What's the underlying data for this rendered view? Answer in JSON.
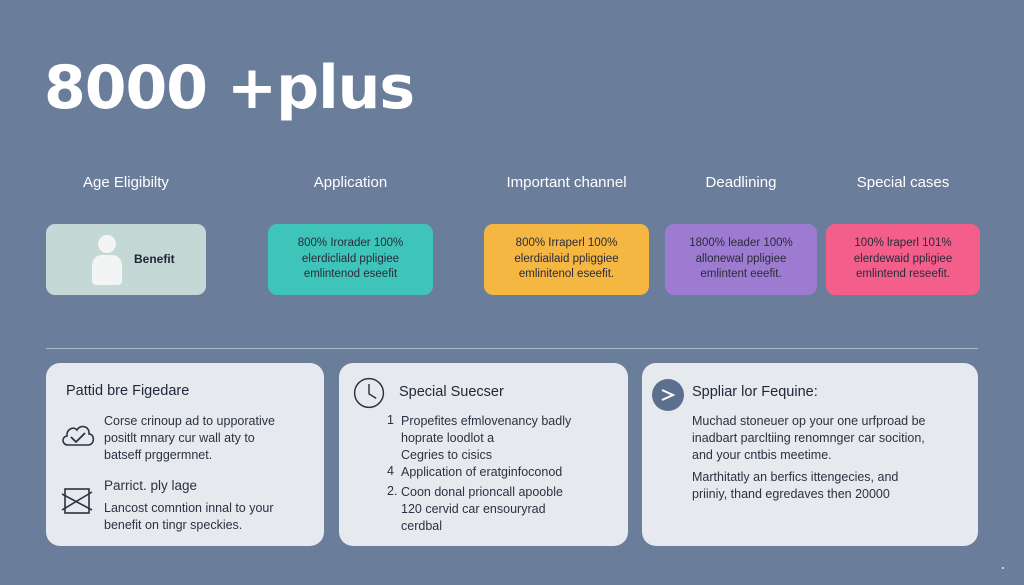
{
  "title": "8000 +plus",
  "columns": [
    {
      "heading": "Age Eligibilty"
    },
    {
      "heading": "Application"
    },
    {
      "heading": "Important channel"
    },
    {
      "heading": "Deadlining"
    },
    {
      "heading": "Special cases"
    }
  ],
  "chips": [
    {
      "label": "Benefit",
      "color": "#c4d8d6"
    },
    {
      "lines": [
        "800% Irorader 100%",
        "elerdicliald ppligiee",
        "emlintenod eseefit"
      ],
      "color": "#3ec4b8"
    },
    {
      "lines": [
        "800% Irraperl 100%",
        "elerdiailaid ppliggiee",
        "emlinitenol eseefit."
      ],
      "color": "#f5b642"
    },
    {
      "lines": [
        "1800% leader 100%",
        "allonewal ppligiee",
        "emlintent eeefit."
      ],
      "color": "#9c7bd0"
    },
    {
      "lines": [
        "100% lraperl 101%",
        "elerdewaid ppligiee",
        "emlintend reseefit."
      ],
      "color": "#f35e8b"
    }
  ],
  "cards": {
    "left": {
      "title": "Pattid bre Figedare",
      "item1_text": [
        "Corse crinoup ad to upporative",
        "positlt mnary cur wall aty to",
        "batseff prggermnet."
      ],
      "item1_icon": "cloud-check-icon",
      "item2_title": "Parrict. ply lage",
      "item2_text": [
        "Lancost comntion innal to your",
        "benefit on tingr speckies."
      ],
      "item2_icon": "crossed-box-icon"
    },
    "middle": {
      "title": "Special Suecser",
      "icon": "clock-icon",
      "items": [
        {
          "num": "1",
          "lines": [
            "Propefites efmlovenancy badly",
            "hoprate loodlot a",
            "Cegries to cisics"
          ]
        },
        {
          "num": "4",
          "lines": [
            "Application of eratginfoconod"
          ]
        },
        {
          "num": "2.",
          "lines": [
            "Coon donal prioncall apooble",
            "120 cervid car ensouryrad",
            "cerdbal"
          ]
        }
      ]
    },
    "right": {
      "title": "Sppliar lor Fequine:",
      "icon": "arrow-right-icon",
      "para1": [
        "Muchad stoneuer op your one urfproad be",
        "inadbart parcltiing renomnger car socition,",
        "and your cntbis meetime."
      ],
      "para2": [
        "Marthitatly an berfics ittengecies, and",
        "priiniy, thand egredaves then 20000"
      ]
    }
  }
}
